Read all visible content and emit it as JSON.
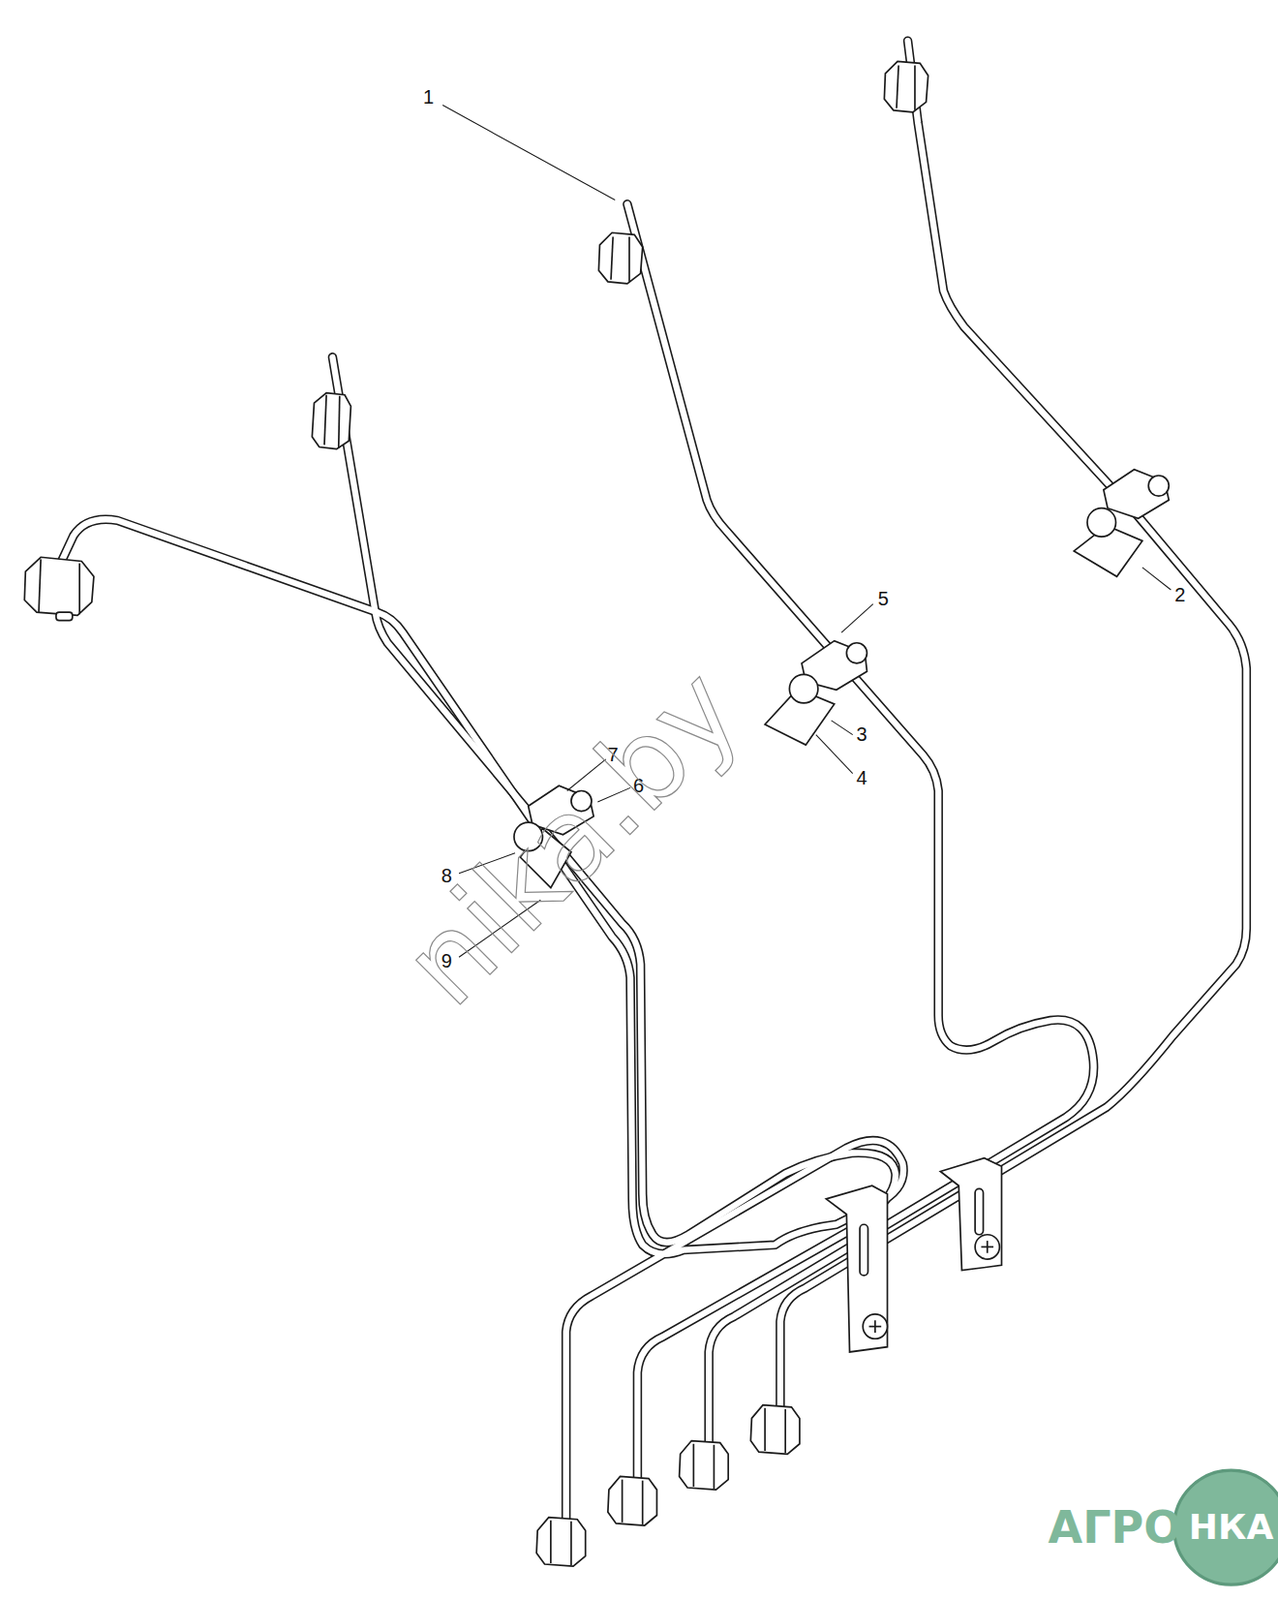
{
  "diagram": {
    "labels": [
      "1",
      "2",
      "3",
      "4",
      "5",
      "6",
      "7",
      "8",
      "9",
      "nika.by",
      "АГРО",
      "НКА"
    ]
  }
}
